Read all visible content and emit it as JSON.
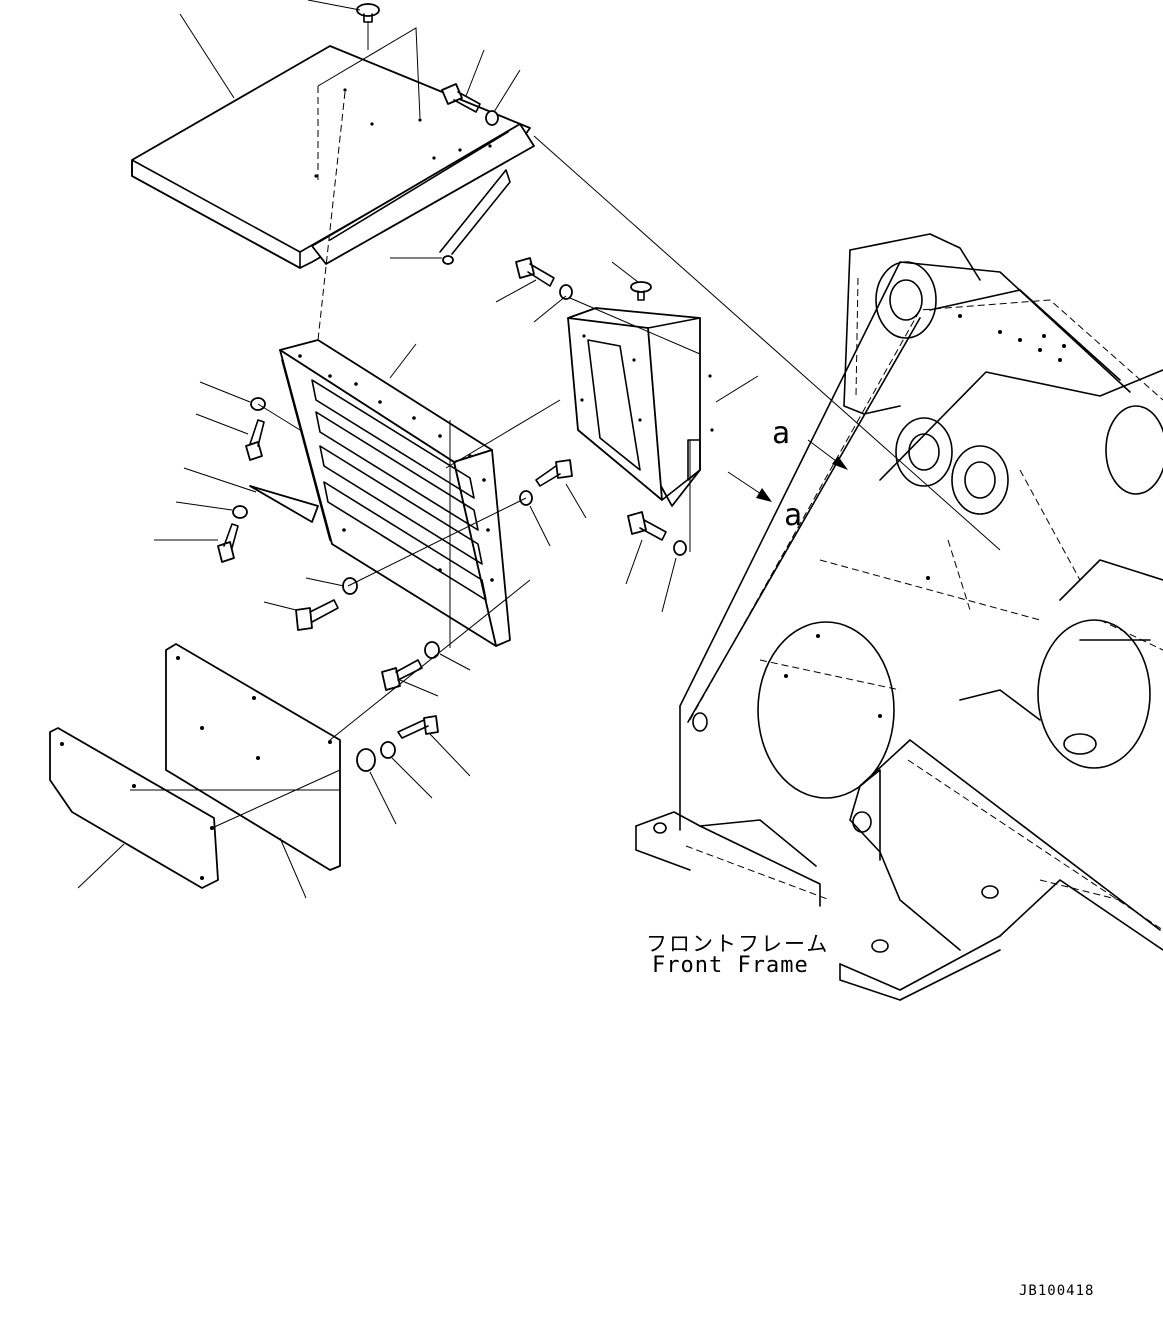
{
  "frame_label": {
    "japanese": "フロントフレーム",
    "english": "Front Frame"
  },
  "view_refs": [
    "a",
    "a"
  ],
  "drawing_number": "JB100418"
}
